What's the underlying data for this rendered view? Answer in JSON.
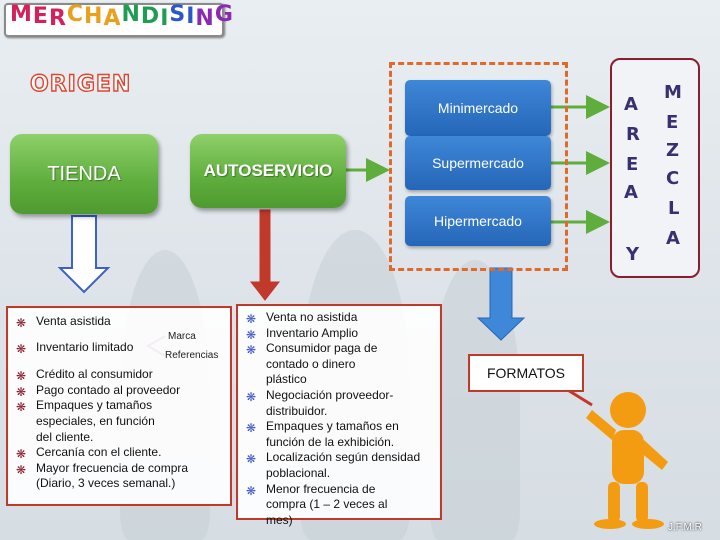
{
  "title": {
    "letters": [
      {
        "ch": "M",
        "color": "#d4215b"
      },
      {
        "ch": "E",
        "color": "#d4215b"
      },
      {
        "ch": "R",
        "color": "#d4215b"
      },
      {
        "ch": "C",
        "color": "#e8a01d"
      },
      {
        "ch": "H",
        "color": "#e8a01d"
      },
      {
        "ch": "A",
        "color": "#e8a01d"
      },
      {
        "ch": "N",
        "color": "#1f9e53"
      },
      {
        "ch": "D",
        "color": "#1f9e53"
      },
      {
        "ch": "I",
        "color": "#1f9e53"
      },
      {
        "ch": "S",
        "color": "#2b57c8"
      },
      {
        "ch": "I",
        "color": "#2b57c8"
      },
      {
        "ch": "N",
        "color": "#8a2ab0"
      },
      {
        "ch": "G",
        "color": "#8a2ab0"
      }
    ]
  },
  "origen": "ORIGEN",
  "nodes": {
    "tienda": "TIENDA",
    "autoservicio": "AUTOSERVICIO",
    "minimercado": "Minimercado",
    "supermercado": "Supermercado",
    "hipermercado": "Hipermercado",
    "formatos": "FORMATOS"
  },
  "cylinder": {
    "left_letters": [
      "A",
      "R",
      "E",
      "A",
      "Y"
    ],
    "right_letters": [
      "M",
      "E",
      "Z",
      "C",
      "L",
      "A"
    ]
  },
  "left_list": [
    "Venta asistida",
    "Inventario limitado",
    "Crédito al consumidor",
    "Pago contado al proveedor",
    "Empaques y tamaños especiales, en función del cliente.",
    "Cercanía con el cliente.",
    "Mayor frecuencia de compra (Diario, 3 veces semanal.)"
  ],
  "brace": {
    "top": "Marca",
    "bottom": "Referencias"
  },
  "right_list": [
    "Venta no asistida",
    "Inventario Amplio",
    "Consumidor paga de contado o dinero plástico",
    "Negociación proveedor-distribuidor.",
    "Empaques y tamaños en función de la exhibición.",
    "Localización según densidad poblacional.",
    "Menor frecuencia de compra (1 – 2 veces al mes)"
  ],
  "author": "J.F.M.R",
  "colors": {
    "green": "#5fae3d",
    "blue": "#2566b8",
    "orange": "#e06a2b",
    "red": "#c0392b"
  }
}
